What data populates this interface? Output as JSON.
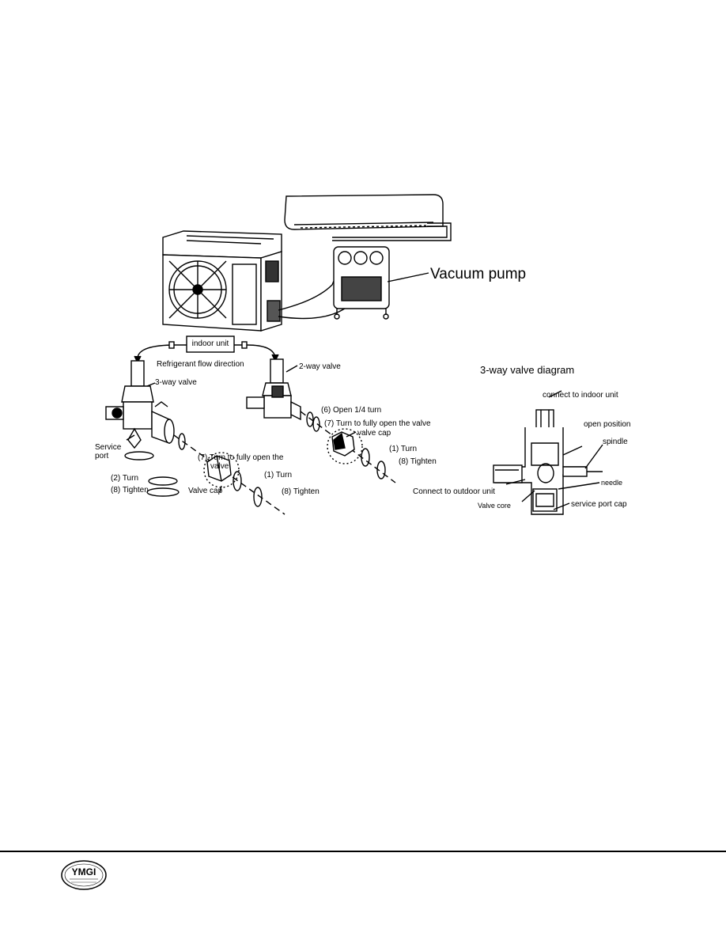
{
  "labels": {
    "vacuum_pump": "Vacuum pump",
    "indoor_unit": "indoor unit",
    "flow_direction": "Refrigerant flow direction",
    "two_way_valve": "2-way valve",
    "three_way_valve": "3-way valve",
    "service_port": "Service\nport",
    "service_port_l1": "Service",
    "service_port_l2": "port",
    "step_2_turn": "(2) Turn",
    "step_8_tighten_left": "(8) Tighten",
    "step_7_left_l1": "(7) Turn to fully open the",
    "step_7_left_l2": "valve",
    "valve_cap_left": "Valve cap",
    "step_1_turn_left": "(1) Turn",
    "step_8_tighten_mid": "(8) Tighten",
    "step_6_open": "(6) Open 1/4 turn",
    "step_7_right": "(7) Turn to fully open the valve",
    "valve_cap_right": "valve cap",
    "step_1_turn_right": "(1) Turn",
    "step_8_tighten_right": "(8) Tighten"
  },
  "valve_diagram": {
    "title": "3-way valve diagram",
    "connect_indoor": "connect to indoor unit",
    "open_position": "open position",
    "spindle": "spindle",
    "needle": "needle",
    "connect_outdoor": "Connect to outdoor unit",
    "valve_core": "Valve core",
    "service_port_cap": "service port cap"
  },
  "footer": {
    "logo_text": "YMGI"
  }
}
